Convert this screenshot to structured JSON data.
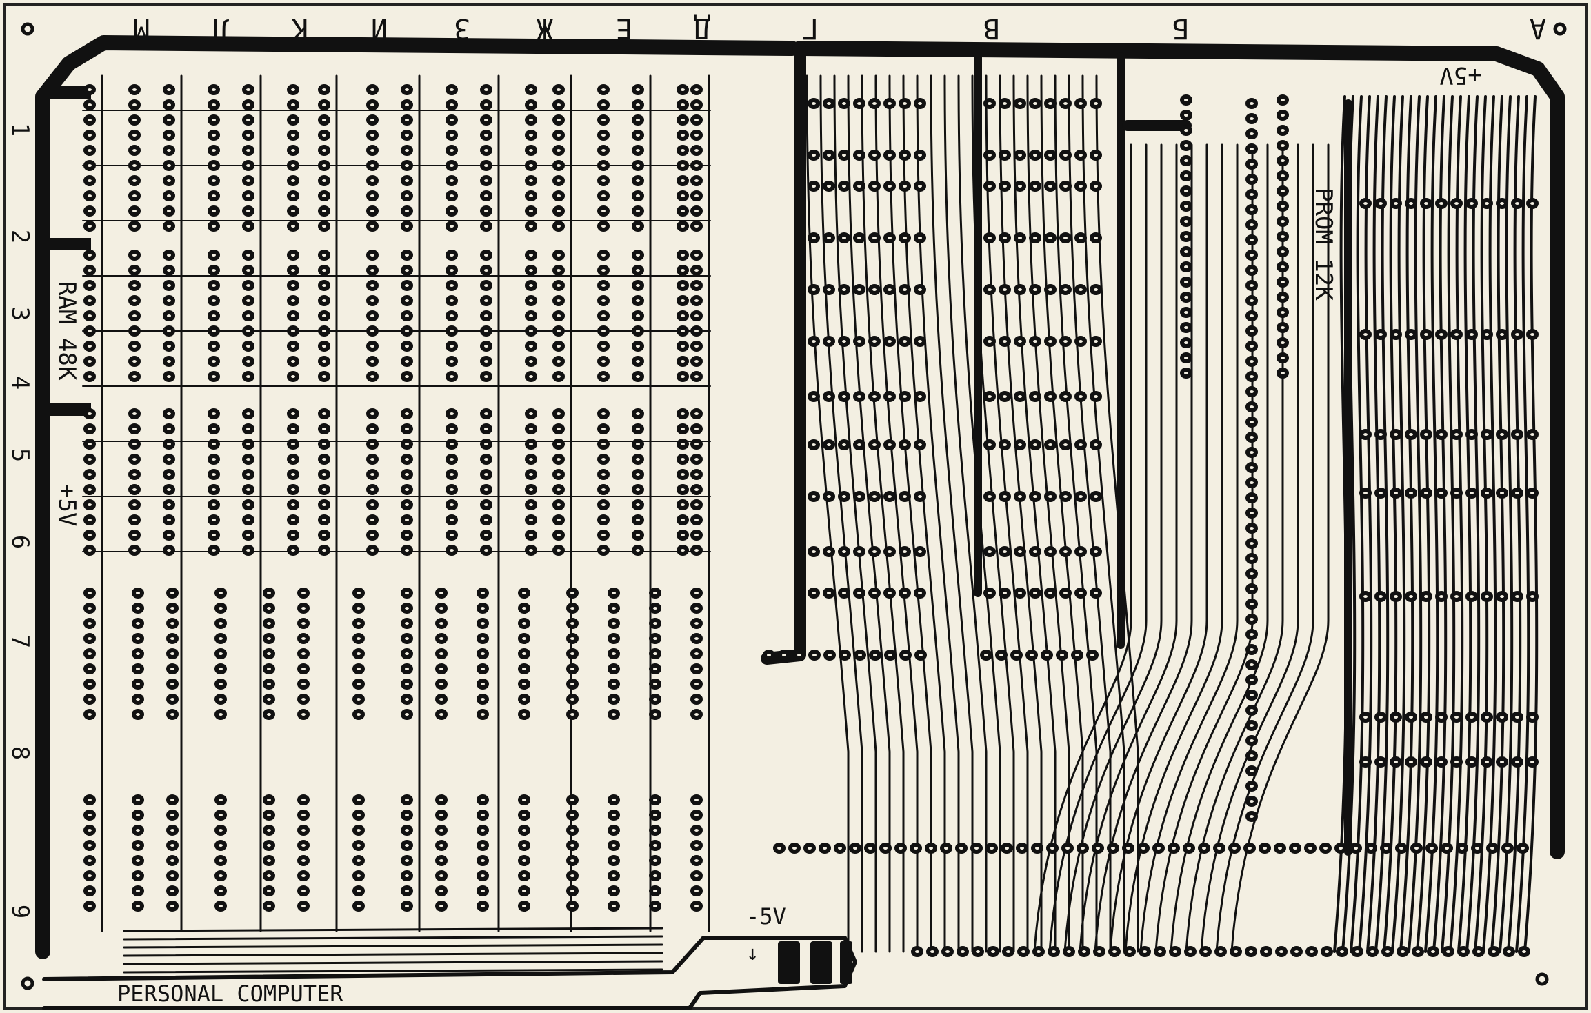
{
  "colors": {
    "board": "#f3efe2",
    "copper": "#111111"
  },
  "top_letters": [
    "М",
    "Л",
    "К",
    "И",
    "З",
    "Ж",
    "Е",
    "Д",
    "Г",
    "В",
    "Б",
    "А"
  ],
  "row_numbers": [
    "1",
    "2",
    "3",
    "4",
    "5",
    "6",
    "7",
    "8",
    "9"
  ],
  "labels": {
    "ram": "RAM 48K",
    "plus5_left": "+5V",
    "plus5_right": "+5V",
    "prom": "PROM 12K",
    "minus5": "-5V",
    "title": "PERSONAL COMPUTER"
  }
}
